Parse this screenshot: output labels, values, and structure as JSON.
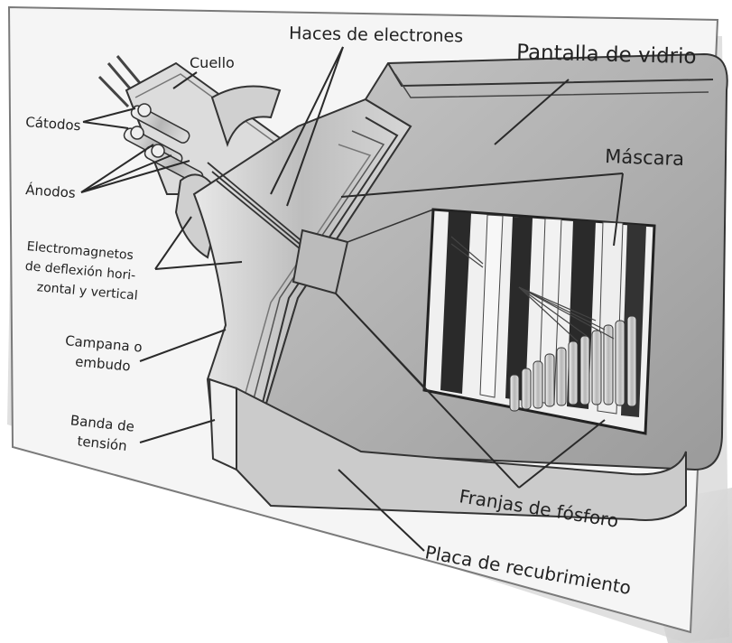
{
  "colors": {
    "page_background": "#ffffff",
    "card_background": "#f4f4f4",
    "card_border": "#7a7a7a",
    "ink": "#222222",
    "shadow": "#cfcfcf"
  },
  "labels": {
    "haces": "Haces de electrones",
    "cuello": "Cuello",
    "pantalla": "Pantalla de vidrio",
    "catodos": "Cátodos",
    "mascara": "Máscara",
    "anodos": "Ánodos",
    "electromagnetos_line1": "Electromagnetos",
    "electromagnetos_line2": "de deflexión hori-",
    "electromagnetos_line3": "zontal y vertical",
    "campana_line1": "Campana o",
    "campana_line2": "embudo",
    "banda_line1": "Banda de",
    "banda_line2": "tensión",
    "franjas": "Franjas de fósforo",
    "placa": "Placa de recubrimiento"
  },
  "icons": {
    "crt_tube": "cathode-ray-tube-illustration",
    "zoom_inset": "phosphor-stripes-magnified-inset"
  }
}
